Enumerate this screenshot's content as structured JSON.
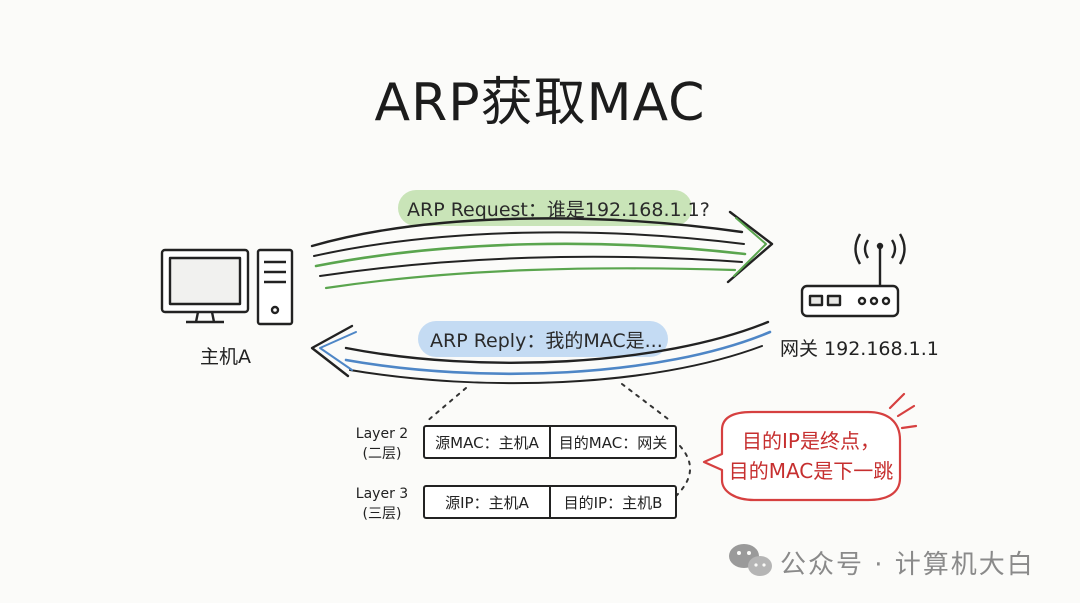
{
  "title": "ARP获取MAC",
  "request": {
    "label": "ARP Request：谁是192.168.1.1?"
  },
  "reply": {
    "label": "ARP Reply：我的MAC是..."
  },
  "host": {
    "label": "主机A"
  },
  "gateway": {
    "label": "网关 192.168.1.1"
  },
  "layers": [
    {
      "name": "Layer 2",
      "sub": "(二层)",
      "src": "源MAC：主机A",
      "dst": "目的MAC：网关"
    },
    {
      "name": "Layer 3",
      "sub": "(三层)",
      "src": "源IP：主机A",
      "dst": "目的IP：主机B"
    }
  ],
  "note": {
    "line1": "目的IP是终点，",
    "line2": "目的MAC是下一跳"
  },
  "watermark": "公众号 · 计算机大白",
  "colors": {
    "request_green": "#5aa54e",
    "request_pill": "#c9e4b8",
    "reply_blue": "#4e86c6",
    "reply_pill": "#c4dbf3",
    "note_red": "#d64040"
  }
}
